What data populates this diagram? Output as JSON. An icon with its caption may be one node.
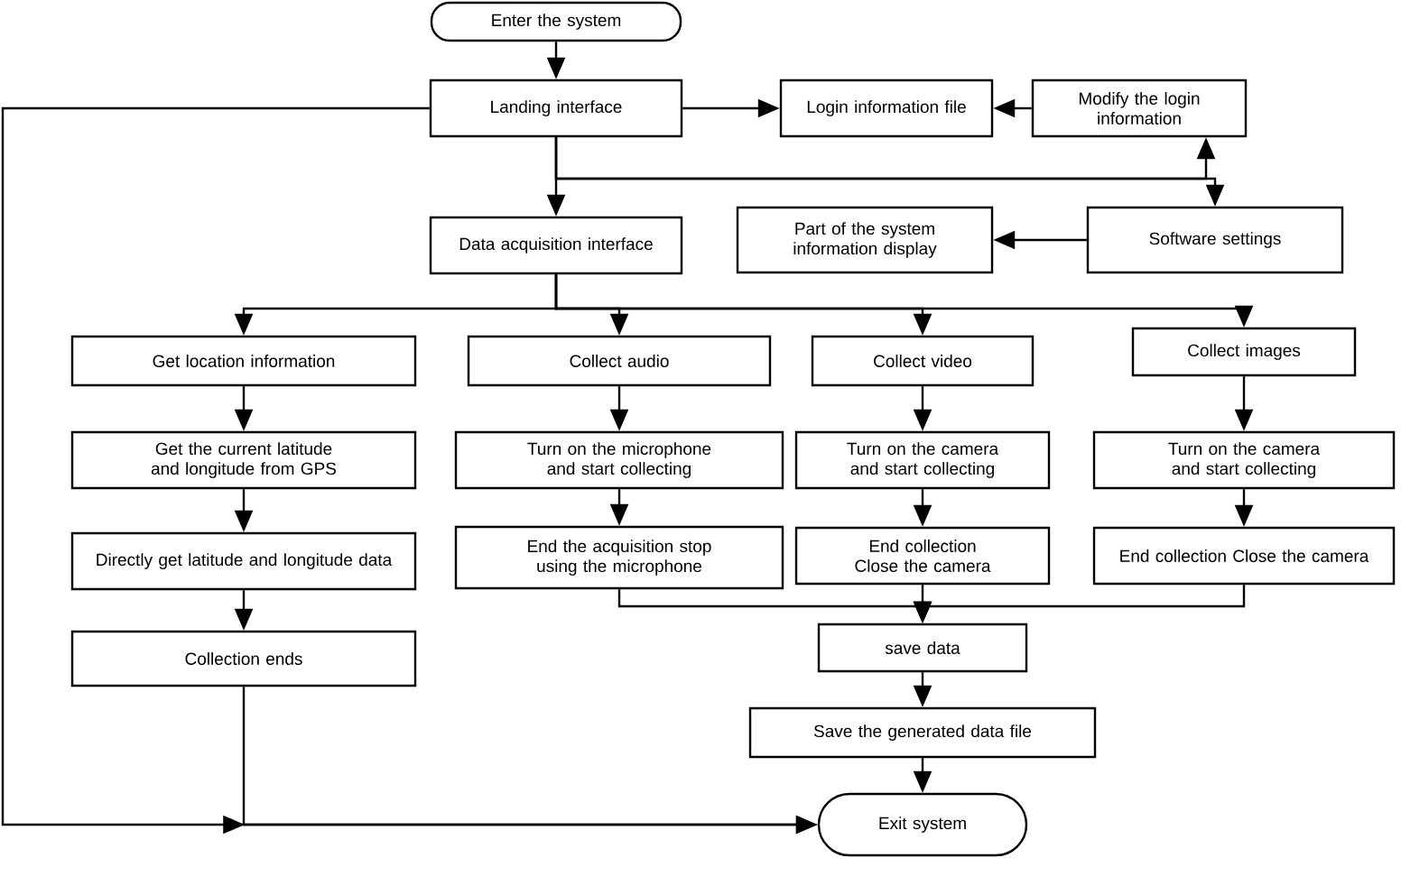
{
  "diagram": {
    "nodes": [
      {
        "text": [
          "Enter the system"
        ]
      },
      {
        "text": [
          "Landing interface"
        ]
      },
      {
        "text": [
          "Login information file"
        ]
      },
      {
        "text": [
          "Modify the login information"
        ]
      },
      {
        "text": [
          "Data acquisition interface"
        ]
      },
      {
        "text": [
          "Part of the system information display"
        ]
      },
      {
        "text": [
          "Software settings"
        ]
      },
      {
        "text": [
          "Get location information"
        ]
      },
      {
        "text": [
          "Collect audio"
        ]
      },
      {
        "text": [
          "Collect video"
        ]
      },
      {
        "text": [
          "Collect images"
        ]
      },
      {
        "text": [
          "Get the current latitude and longitude from GPS"
        ]
      },
      {
        "text": [
          "Turn on the microphone and start collecting"
        ]
      },
      {
        "text": [
          "Turn on the camera and start collecting"
        ]
      },
      {
        "text": [
          "Turn on the camera and start collecting"
        ]
      },
      {
        "text": [
          "Directly get latitude and longitude data"
        ]
      },
      {
        "text": [
          "End the acquisition stop using the microphone"
        ]
      },
      {
        "text": [
          "End collection Close the camera"
        ]
      },
      {
        "text": [
          "End collection Close the camera"
        ]
      },
      {
        "text": [
          "Collection ends"
        ]
      },
      {
        "text": [
          "save data"
        ]
      },
      {
        "text": [
          "Save the generated data file"
        ]
      },
      {
        "text": [
          "Exit system"
        ]
      }
    ],
    "edges": [
      {
        "from": 0,
        "to": 1,
        "arrow": "to"
      },
      {
        "from": 1,
        "to": 2,
        "arrow": "to"
      },
      {
        "from": 3,
        "to": 2,
        "arrow": "to"
      },
      {
        "from": 1,
        "to": 4,
        "arrow": "to"
      },
      {
        "from": 1,
        "to": 3,
        "arrow": "to"
      },
      {
        "from": 1,
        "to": 6,
        "arrow": "to"
      },
      {
        "from": 6,
        "to": 5,
        "arrow": "to"
      },
      {
        "from": 4,
        "to": 7,
        "arrow": "to"
      },
      {
        "from": 4,
        "to": 8,
        "arrow": "to"
      },
      {
        "from": 4,
        "to": 9,
        "arrow": "to"
      },
      {
        "from": 4,
        "to": 10,
        "arrow": "to"
      },
      {
        "from": 7,
        "to": 11,
        "arrow": "to"
      },
      {
        "from": 11,
        "to": 15,
        "arrow": "to"
      },
      {
        "from": 15,
        "to": 19,
        "arrow": "to"
      },
      {
        "from": 8,
        "to": 12,
        "arrow": "to"
      },
      {
        "from": 12,
        "to": 16,
        "arrow": "to"
      },
      {
        "from": 9,
        "to": 13,
        "arrow": "to"
      },
      {
        "from": 13,
        "to": 17,
        "arrow": "to"
      },
      {
        "from": 10,
        "to": 14,
        "arrow": "to"
      },
      {
        "from": 14,
        "to": 18,
        "arrow": "to"
      },
      {
        "from": 16,
        "to": 20,
        "arrow": "to"
      },
      {
        "from": 17,
        "to": 20,
        "arrow": "to"
      },
      {
        "from": 18,
        "to": 20,
        "arrow": "to"
      },
      {
        "from": 20,
        "to": 21,
        "arrow": "to"
      },
      {
        "from": 21,
        "to": 22,
        "arrow": "to"
      },
      {
        "from": 19,
        "to": 22,
        "arrow": "to"
      },
      {
        "from": 1,
        "to": 22,
        "arrow": "to"
      }
    ]
  }
}
